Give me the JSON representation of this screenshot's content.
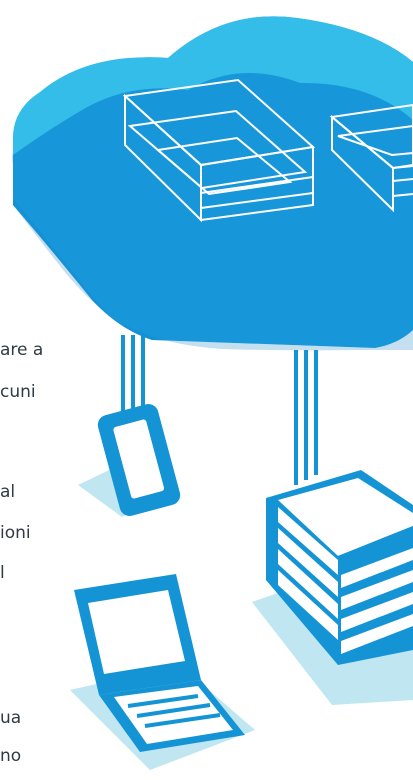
{
  "text_fragments": [
    "are a",
    "cuni",
    "al",
    "ioni",
    "l",
    "ua",
    "no"
  ],
  "colors": {
    "cloud_top": "#35bde9",
    "cloud_body": "#1797d9",
    "cloud_dark": "#0f7fc2",
    "device_blue": "#1594d5",
    "shadow_light": "#bfe6f1",
    "white": "#ffffff"
  },
  "icons": [
    "cloud-icon",
    "storage-box-icon",
    "tablet-icon",
    "laptop-icon",
    "server-stack-icon"
  ]
}
